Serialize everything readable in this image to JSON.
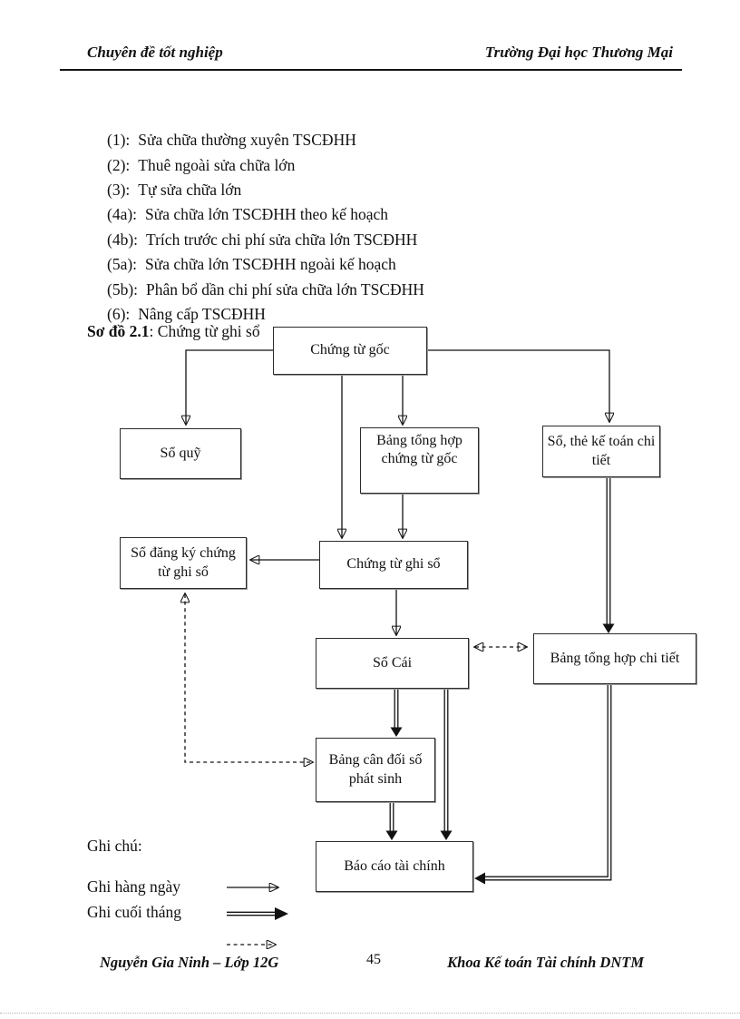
{
  "header": {
    "left": "Chuyên đề tốt nghiệp",
    "right": "Trường Đại học Thương Mại"
  },
  "notes": {
    "items": [
      {
        "n": "(1):",
        "t": "Sửa chữa thường xuyên TSCĐHH"
      },
      {
        "n": "(2):",
        "t": "Thuê ngoài sửa chữa lớn"
      },
      {
        "n": "(3):",
        "t": "Tự sửa chữa lớn"
      },
      {
        "n": "(4a):",
        "t": "Sửa chữa lớn TSCĐHH theo kế hoạch"
      },
      {
        "n": "(4b):",
        "t": "Trích trước chi phí sửa chữa lớn TSCĐHH"
      },
      {
        "n": "(5a):",
        "t": "Sửa chữa lớn TSCĐHH ngoài kế hoạch"
      },
      {
        "n": "(5b):",
        "t": "Phân bổ dần chi phí sửa chữa lớn TSCĐHH"
      },
      {
        "n": "(6):",
        "t": "Nâng cấp TSCĐHH"
      }
    ]
  },
  "caption": {
    "label": "Sơ đồ 2.1",
    "text": ": Chứng từ ghi sổ"
  },
  "diagram": {
    "boxes": {
      "chung_tu_goc": "Chứng từ gốc",
      "so_quy": "Sổ quỹ",
      "bang_th_ctg": "Bảng tổng hợp chứng từ gốc",
      "so_the_ke_toan": "Sổ, thẻ kế toán chi tiết",
      "so_dang_ky": "Sổ đăng ký chứng từ ghi sổ",
      "chung_tu_ghi_so": "Chứng từ ghi sổ",
      "so_cai": "Sổ Cái",
      "bang_th_chi_tiet": "Bảng tổng hợp chi tiết",
      "bang_can_doi": "Bảng cân đối số phát sinh",
      "bao_cao": "Báo cáo tài chính"
    }
  },
  "legend": {
    "title": "Ghi chú:",
    "daily": "Ghi hàng ngày",
    "monthly": "Ghi cuối tháng"
  },
  "footer": {
    "author": "Nguyễn Gia Ninh – Lớp 12G",
    "page": "45",
    "faculty": "Khoa Kế toán Tài chính DNTM"
  },
  "colors": {
    "ink": "#111111",
    "paper": "#ffffff"
  }
}
